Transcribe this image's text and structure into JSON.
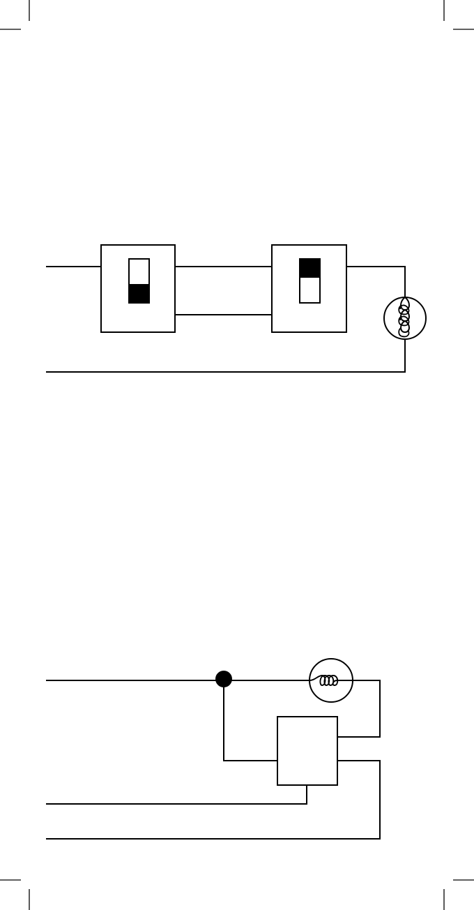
{
  "colors": {
    "background": "#ffffff",
    "ink": "#000000"
  },
  "crop_marks": [
    "crop-mark-top-left",
    "crop-mark-top-right",
    "crop-mark-bottom-left",
    "crop-mark-bottom-right"
  ],
  "diagram_top": {
    "components": [
      "switch-1",
      "switch-2",
      "lamp"
    ],
    "switch_1_state": "down",
    "switch_2_state": "up",
    "lamp_icon": "lamp-filament-icon"
  },
  "diagram_bottom": {
    "components": [
      "junction-node",
      "lamp",
      "control-module"
    ],
    "lamp_icon": "lamp-filament-icon"
  }
}
